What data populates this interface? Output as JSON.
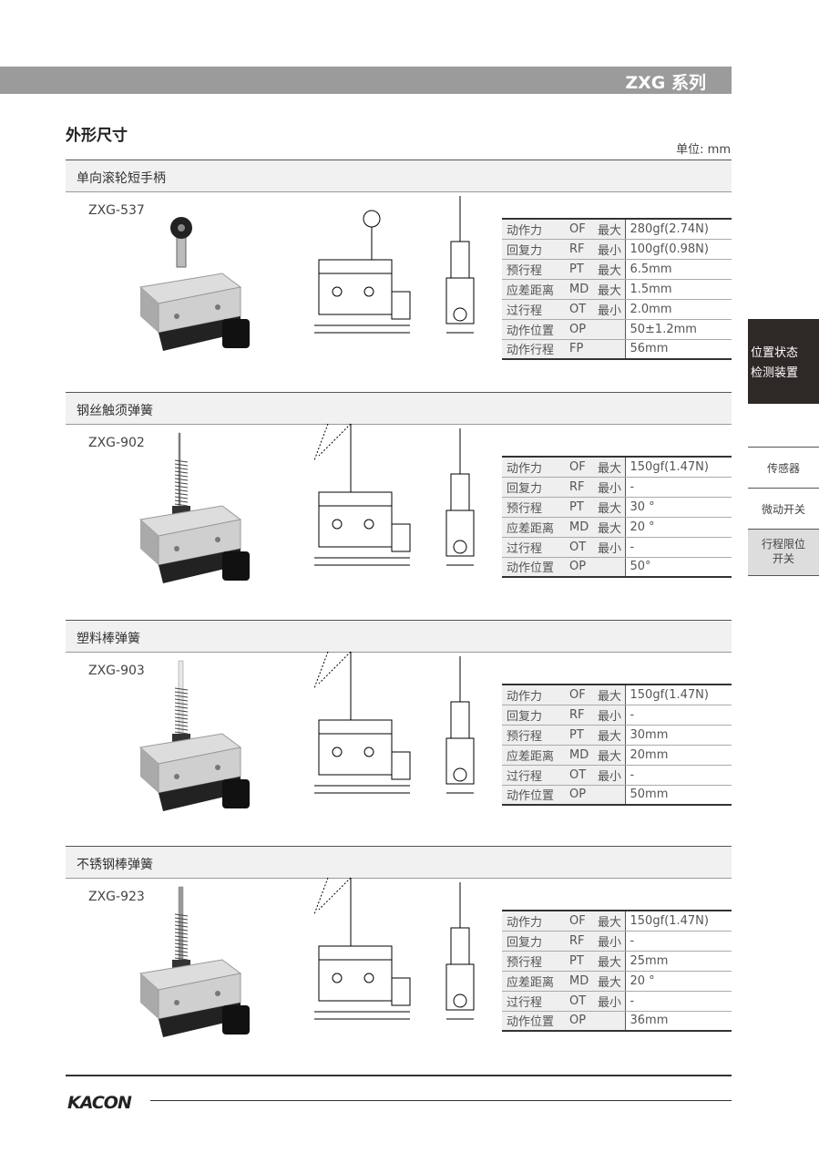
{
  "header": {
    "series": "ZXG 系列"
  },
  "title": "外形尺寸",
  "unit": "单位: mm",
  "sidebar": {
    "category": [
      "位置状态",
      "检测装置"
    ],
    "items": [
      "传感器",
      "微动开关",
      "行程限位开关"
    ]
  },
  "footer": {
    "brand": "KACON"
  },
  "sections": [
    {
      "heading": "单向滚轮短手柄",
      "model": "ZXG-537",
      "actuator": "roller",
      "specs": [
        [
          "动作力",
          "OF",
          "最大",
          "280gf(2.74N)"
        ],
        [
          "回复力",
          "RF",
          "最小",
          "100gf(0.98N)"
        ],
        [
          "预行程",
          "PT",
          "最大",
          "6.5mm"
        ],
        [
          "应差距离",
          "MD",
          "最大",
          "1.5mm"
        ],
        [
          "过行程",
          "OT",
          "最小",
          "2.0mm"
        ],
        [
          "动作位置",
          "OP",
          "",
          "50±1.2mm"
        ],
        [
          "动作行程",
          "FP",
          "",
          "56mm"
        ]
      ]
    },
    {
      "heading": "钢丝触须弹簧",
      "model": "ZXG-902",
      "actuator": "wire",
      "specs": [
        [
          "动作力",
          "OF",
          "最大",
          "150gf(1.47N)"
        ],
        [
          "回复力",
          "RF",
          "最小",
          "-"
        ],
        [
          "预行程",
          "PT",
          "最大",
          "30 °"
        ],
        [
          "应差距离",
          "MD",
          "最大",
          "20 °"
        ],
        [
          "过行程",
          "OT",
          "最小",
          "-"
        ],
        [
          "动作位置",
          "OP",
          "",
          "50°"
        ]
      ]
    },
    {
      "heading": "塑料棒弹簧",
      "model": "ZXG-903",
      "actuator": "plastic",
      "specs": [
        [
          "动作力",
          "OF",
          "最大",
          "150gf(1.47N)"
        ],
        [
          "回复力",
          "RF",
          "最小",
          "-"
        ],
        [
          "预行程",
          "PT",
          "最大",
          "30mm"
        ],
        [
          "应差距离",
          "MD",
          "最大",
          "20mm"
        ],
        [
          "过行程",
          "OT",
          "最小",
          "-"
        ],
        [
          "动作位置",
          "OP",
          "",
          "50mm"
        ]
      ]
    },
    {
      "heading": "不锈钢棒弹簧",
      "model": "ZXG-923",
      "actuator": "steel",
      "specs": [
        [
          "动作力",
          "OF",
          "最大",
          "150gf(1.47N)"
        ],
        [
          "回复力",
          "RF",
          "最小",
          "-"
        ],
        [
          "预行程",
          "PT",
          "最大",
          "25mm"
        ],
        [
          "应差距离",
          "MD",
          "最大",
          "20 °"
        ],
        [
          "过行程",
          "OT",
          "最小",
          "-"
        ],
        [
          "动作位置",
          "OP",
          "",
          "36mm"
        ]
      ]
    }
  ]
}
